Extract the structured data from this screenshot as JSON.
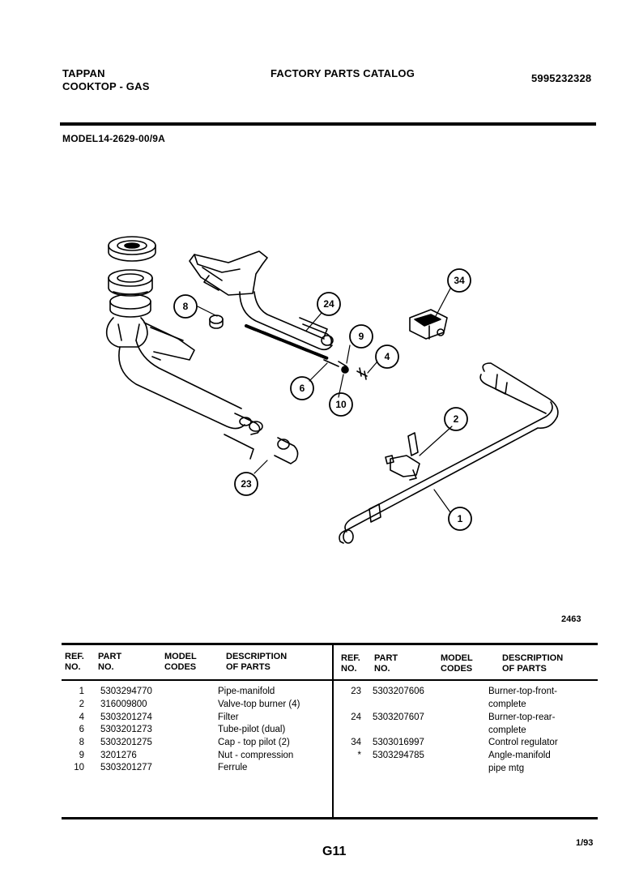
{
  "header": {
    "brand": "TAPPAN",
    "product": "COOKTOP - GAS",
    "catalog_title": "FACTORY PARTS CATALOG",
    "catalog_number": "5995232328",
    "model": "MODEL14-2629-00/9A"
  },
  "diagram": {
    "figure_number": "2463",
    "callouts": [
      "1",
      "2",
      "4",
      "6",
      "8",
      "9",
      "10",
      "23",
      "24",
      "34"
    ]
  },
  "table": {
    "headers": {
      "ref_no": [
        "REF.",
        "NO."
      ],
      "part_no": [
        "PART",
        "NO."
      ],
      "model_codes": [
        "MODEL",
        "CODES"
      ],
      "description": [
        "DESCRIPTION",
        "OF PARTS"
      ]
    },
    "left_rows": [
      {
        "ref": "1",
        "part": "5303294770",
        "desc": "Pipe-manifold"
      },
      {
        "ref": "2",
        "part": "316009800",
        "desc": "Valve-top burner (4)"
      },
      {
        "ref": "4",
        "part": "5303201274",
        "desc": "Filter"
      },
      {
        "ref": "6",
        "part": "5303201273",
        "desc": "Tube-pilot (dual)"
      },
      {
        "ref": "8",
        "part": "5303201275",
        "desc": "Cap - top pilot (2)"
      },
      {
        "ref": "9",
        "part": "3201276",
        "desc": "Nut - compression"
      },
      {
        "ref": "10",
        "part": "5303201277",
        "desc": "Ferrule"
      }
    ],
    "right_rows": [
      {
        "ref": "23",
        "part": "5303207606",
        "desc": [
          "Burner-top-front-",
          "complete"
        ]
      },
      {
        "ref": "24",
        "part": "5303207607",
        "desc": [
          "Burner-top-rear-",
          "complete"
        ]
      },
      {
        "ref": "34",
        "part": "5303016997",
        "desc": [
          "Control regulator"
        ]
      },
      {
        "ref": "*",
        "part": "5303294785",
        "desc": [
          "Angle-manifold",
          "pipe mtg"
        ]
      }
    ]
  },
  "footer": {
    "page": "G11",
    "date": "1/93"
  }
}
